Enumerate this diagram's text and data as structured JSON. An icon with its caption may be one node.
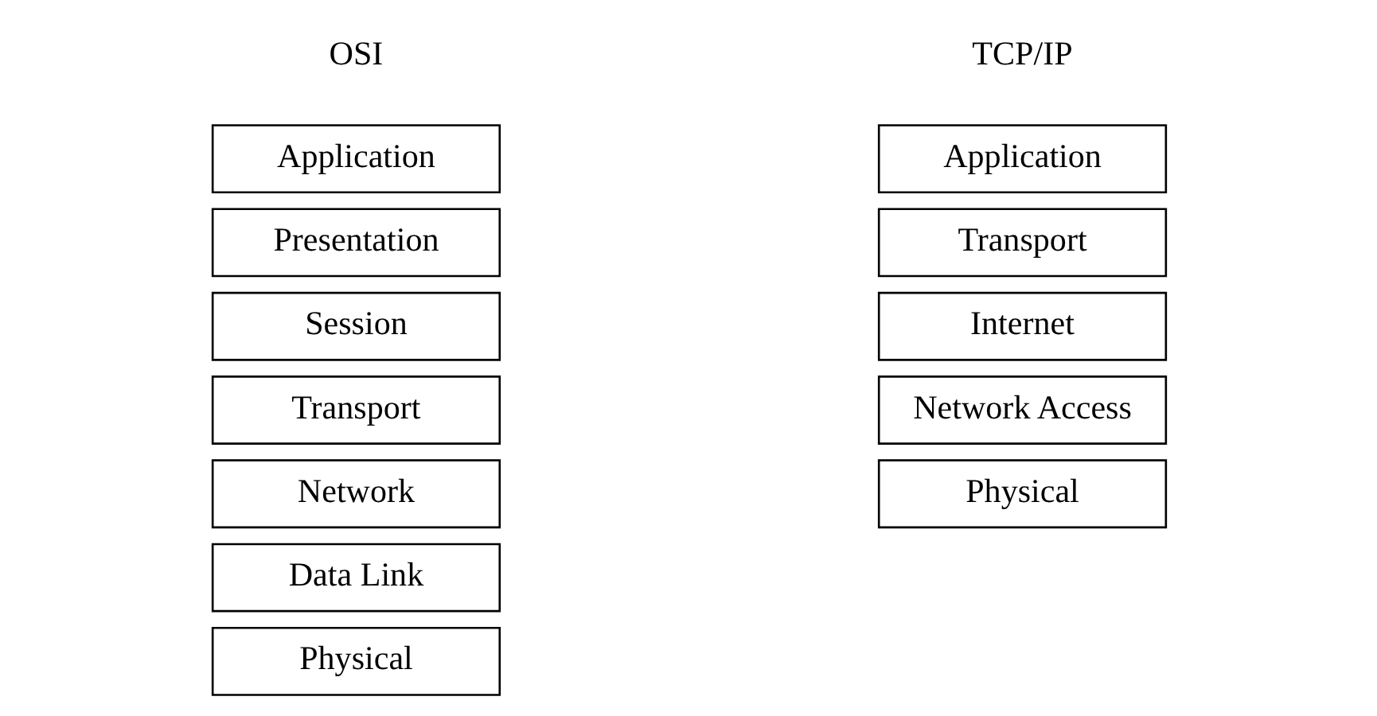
{
  "diagram": {
    "nodes": [
      {
        "text": [
          "Application"
        ]
      },
      {
        "text": [
          "Presentation"
        ]
      },
      {
        "text": [
          "Session"
        ]
      },
      {
        "text": [
          "Transport"
        ]
      },
      {
        "text": [
          "Network"
        ]
      },
      {
        "text": [
          "Data Link"
        ]
      },
      {
        "text": [
          "Physical"
        ]
      },
      {
        "text": [
          "Application"
        ]
      },
      {
        "text": [
          "Transport"
        ]
      },
      {
        "text": [
          "Internet"
        ]
      },
      {
        "text": [
          "Network Access"
        ]
      },
      {
        "text": [
          "Physical"
        ]
      }
    ],
    "labels": [
      "OSI",
      "TCP/IP"
    ]
  }
}
